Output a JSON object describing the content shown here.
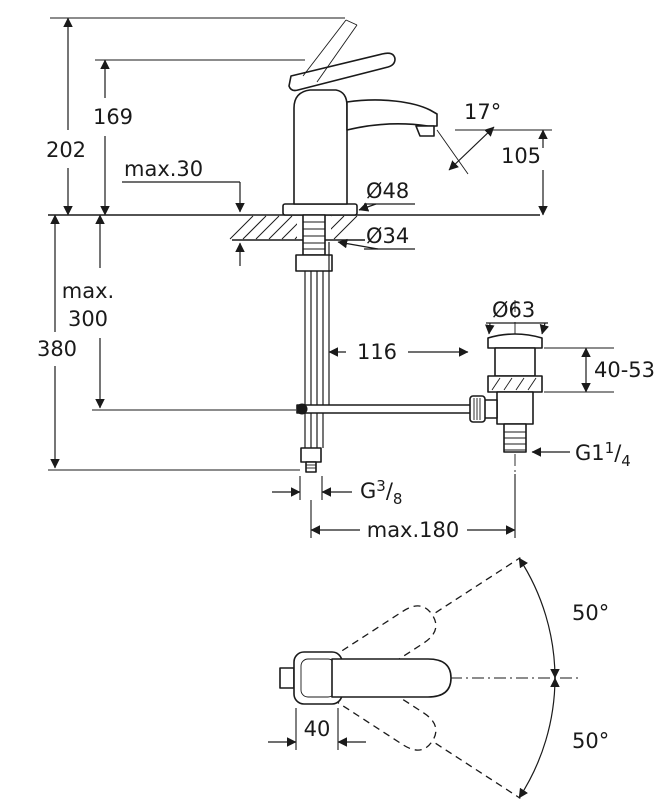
{
  "drawing": {
    "colors": {
      "line": "#1a1a1a",
      "background": "#ffffff"
    },
    "dimensions": {
      "overall_height": "202",
      "spout_height": "169",
      "deck_thickness": "max.30",
      "spray_angle": "17°",
      "outlet_height": "105",
      "base_diameter": "Ø48",
      "hole_diameter": "Ø34",
      "rod_length_line1": "max.",
      "rod_length_line2": "300",
      "hose_length": "380",
      "projection": "116",
      "waste_flange_diameter": "Ø63",
      "waste_adjust_range": "40-53",
      "supply_thread": {
        "prefix": "G",
        "numerator": "3",
        "slash": "/",
        "denominator": "8"
      },
      "waste_thread": {
        "prefix": "G1",
        "numerator": "1",
        "slash": "/",
        "denominator": "4"
      },
      "max_reach": "max.180",
      "swing_angle_top": "50°",
      "swing_angle_bottom": "50°",
      "handle_width": "40"
    }
  }
}
